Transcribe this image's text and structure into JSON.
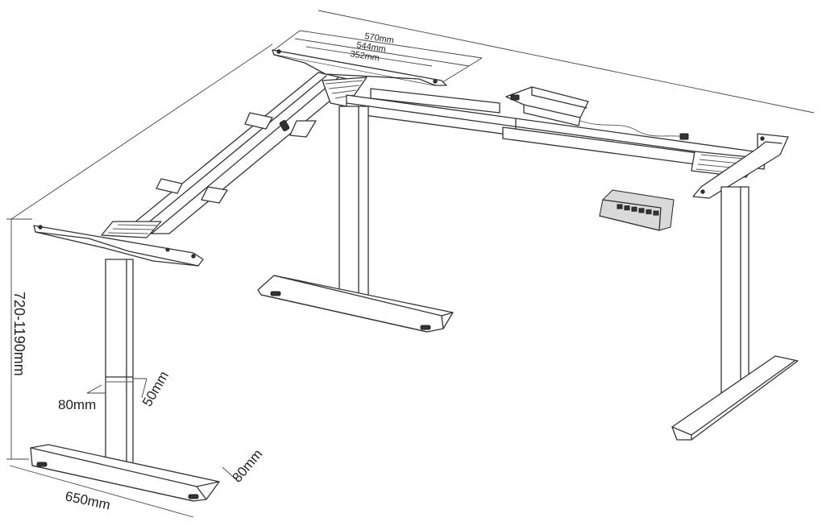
{
  "dimensions": {
    "width_top": "570mm",
    "width_mid": "544mm",
    "width_bottom": "352mm",
    "height_range": "720-1190mm",
    "leg_depth": "80mm",
    "leg_width": "50mm",
    "foot_height": "80mm",
    "foot_length": "650mm"
  },
  "control_panel": {
    "buttons": 6
  }
}
